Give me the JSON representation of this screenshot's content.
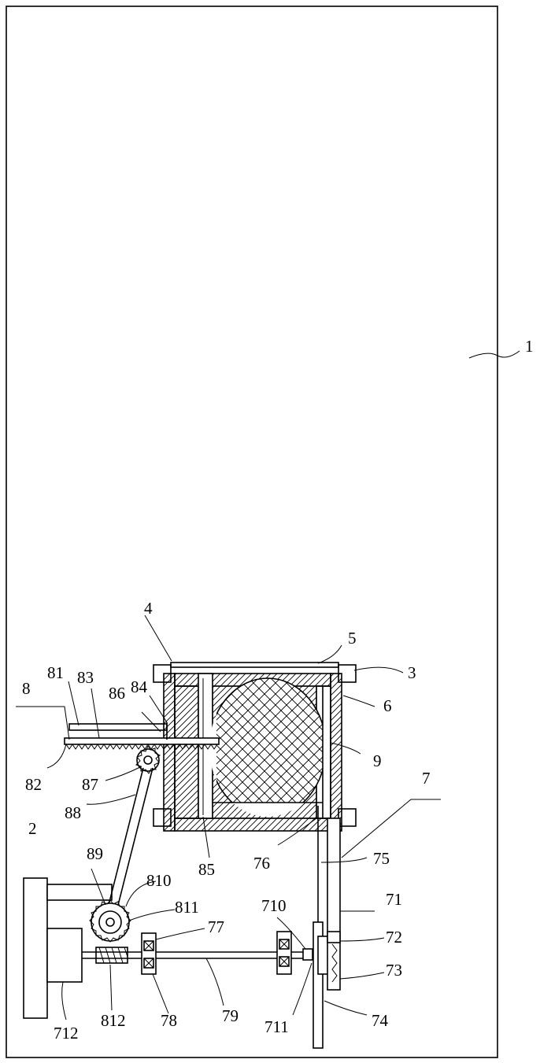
{
  "figure": {
    "labels": {
      "l1": "1",
      "l2": "2",
      "l3": "3",
      "l4": "4",
      "l5": "5",
      "l6": "6",
      "l7": "7",
      "l8": "8",
      "l9": "9",
      "l71": "71",
      "l72": "72",
      "l73": "73",
      "l74": "74",
      "l75": "75",
      "l76": "76",
      "l77": "77",
      "l78": "78",
      "l79": "79",
      "l710": "710",
      "l711": "711",
      "l712": "712",
      "l81": "81",
      "l82": "82",
      "l83": "83",
      "l84": "84",
      "l85": "85",
      "l86": "86",
      "l87": "87",
      "l88": "88",
      "l89": "89",
      "l810": "810",
      "l811": "811",
      "l812": "812"
    }
  }
}
